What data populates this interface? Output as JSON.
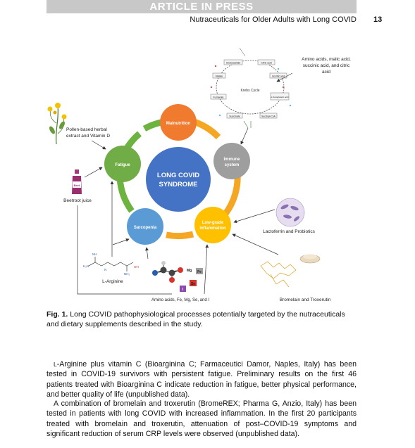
{
  "header": {
    "banner": "ARTICLE IN PRESS",
    "running_title": "Nutraceuticals for Older Adults with Long COVID",
    "page_number": "13"
  },
  "figure": {
    "center_line1": "LONG COVID",
    "center_line2": "SYNDROME",
    "nodes": {
      "malnutrition": "Malnutrition",
      "immune_line1": "Immune",
      "immune_line2": "system",
      "inflammation_line1": "Low-grade",
      "inflammation_line2": "inflammation",
      "sarcopenia": "Sarcopenia",
      "fatigue": "Fatigue"
    },
    "colors": {
      "malnutrition": "#f07a2d",
      "immune": "#9e9e9e",
      "inflammation": "#ffc000",
      "sarcopenia": "#5b9bd5",
      "fatigue": "#70ad47",
      "center": "#4472c4",
      "ring_green": "#6db33f",
      "ring_orange": "#f5a623"
    },
    "labels": {
      "pollen_line1": "Pollen-based herbal",
      "pollen_line2": "extract and Vitamin D",
      "beet_bottle": "Beet",
      "beetroot": "Beetroot juice",
      "arginine": "L-Arginine",
      "amino_minerals": "Amino acids, Fe, Mg, Se, and I",
      "lactoferrin": "Lactoferrin and Probiotics",
      "bromelain": "Bromelain and Troxerutin",
      "krebs_amino_line1": "Amino acids, malic acid,",
      "krebs_amino_line2": "succinic acid, and citric",
      "krebs_amino_line3": "acid",
      "krebs_cycle": "Krebs Cycle",
      "mg": "Mg",
      "fe": "Fe",
      "se": "Se",
      "i": "I"
    },
    "krebs_boxes": [
      "Oxaloacetate",
      "Citric acid",
      "Isocitric acid",
      "α-Ketoglutaric acid",
      "Succinyl-CoA",
      "Succinate",
      "Fumarate",
      "Malate"
    ]
  },
  "caption": {
    "label": "Fig. 1.",
    "text": " Long COVID pathophysiological processes potentially targeted by the nutraceuticals and dietary supplements described in the study."
  },
  "body": {
    "p1_smallcaps": "L",
    "p1_text": "-Arginine plus vitamin C (Bioarginina C; Farmaceutici Damor, Naples, Italy) has been tested in COVID-19 survivors with persistent fatigue. Preliminary results on the first 46 patients treated with Bioarginina C indicate reduction in fatigue, better physical performance, and better quality of life (unpublished data).",
    "p2_text": "A combination of bromelain and troxerutin (BromeREX; Pharma G, Anzio, Italy) has been tested in patients with long COVID with increased inflammation. In the first 20 participants treated with bromelain and troxerutin, attenuation of post–COVID-19 symptoms and significant reduction of serum CRP levels were observed (unpublished data)."
  }
}
